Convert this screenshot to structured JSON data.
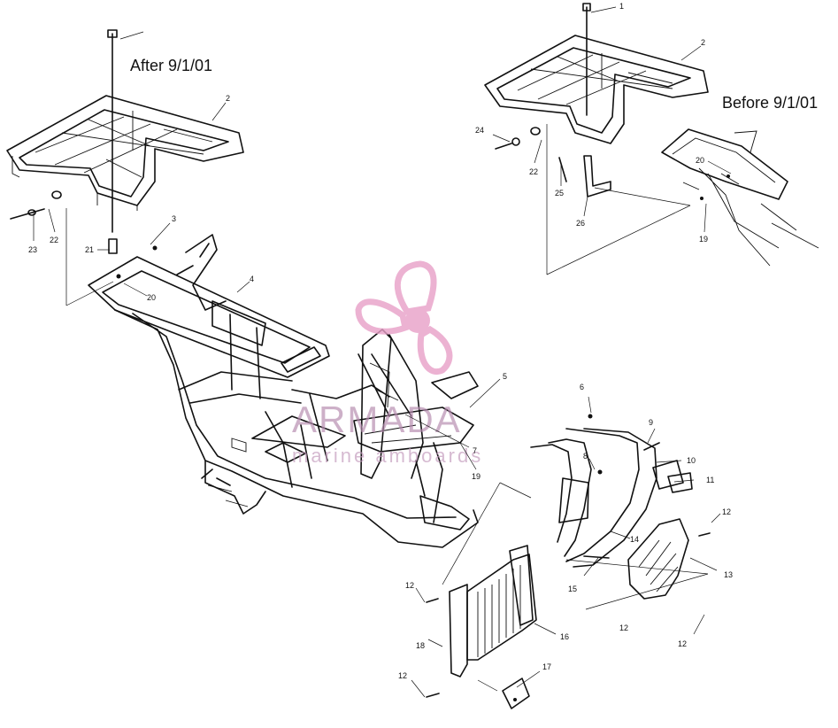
{
  "labels": {
    "after": "After 9/1/01",
    "before": "Before 9/1/01"
  },
  "watermark": {
    "title": "ARMADA",
    "subtitle": "marine amboards",
    "color": "#e8a0c8"
  },
  "callouts": {
    "c1": "1",
    "c2a": "2",
    "c2b": "2",
    "c3": "3",
    "c4": "4",
    "c5": "5",
    "c6": "6",
    "c7": "7",
    "c8": "8",
    "c9": "9",
    "c10": "10",
    "c11": "11",
    "c12a": "12",
    "c12b": "12",
    "c12c": "12",
    "c12d": "12",
    "c12e": "12",
    "c13": "13",
    "c14": "14",
    "c15": "15",
    "c16": "16",
    "c17": "17",
    "c18": "18",
    "c19a": "19",
    "c19b": "19",
    "c20a": "20",
    "c20b": "20",
    "c21": "21",
    "c22a": "22",
    "c22b": "22",
    "c23": "23",
    "c24": "24",
    "c25": "25",
    "c26": "26"
  }
}
